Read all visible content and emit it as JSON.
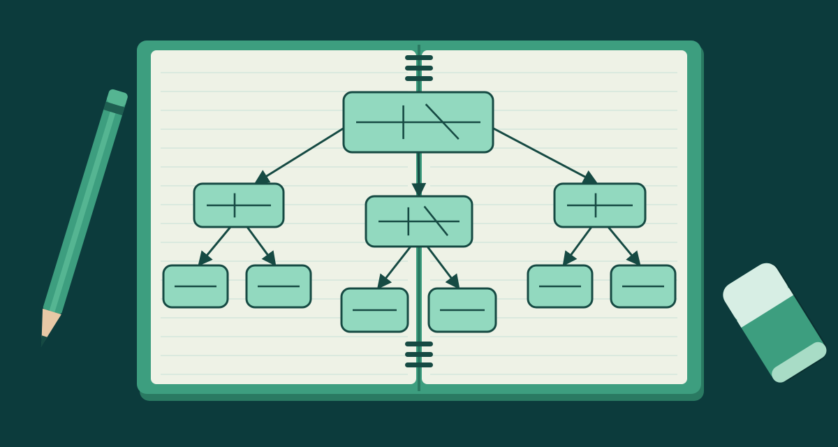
{
  "colors": {
    "background": "#0c3b3c",
    "notebook_cover": "#3d9e7f",
    "notebook_cover_shadow": "#2a7a62",
    "paper": "#eef2e6",
    "paper_rule": "#d3e6dc",
    "node_fill": "#92d9bf",
    "node_stroke": "#164a43",
    "binding_ring": "#164a43",
    "pencil_body": "#3d9e7f",
    "pencil_tip": "#e8c9a6",
    "eraser_body": "#3d9e7f",
    "eraser_cap": "#d7eee4"
  },
  "diagram": {
    "nodes": [
      {
        "id": "root",
        "glyph": "plus-slash"
      },
      {
        "id": "left-mid",
        "glyph": "plus"
      },
      {
        "id": "center-mid",
        "glyph": "plus-slash"
      },
      {
        "id": "right-mid",
        "glyph": "plus"
      },
      {
        "id": "left-leaf-1",
        "glyph": "dash"
      },
      {
        "id": "left-leaf-2",
        "glyph": "dash"
      },
      {
        "id": "center-leaf-1",
        "glyph": "dash"
      },
      {
        "id": "center-leaf-2",
        "glyph": "dash"
      },
      {
        "id": "right-leaf-1",
        "glyph": "dash"
      },
      {
        "id": "right-leaf-2",
        "glyph": "dash"
      }
    ],
    "edges": [
      {
        "from": "root",
        "to": "left-mid"
      },
      {
        "from": "root",
        "to": "center-mid"
      },
      {
        "from": "root",
        "to": "right-mid"
      },
      {
        "from": "left-mid",
        "to": "left-leaf-1"
      },
      {
        "from": "left-mid",
        "to": "left-leaf-2"
      },
      {
        "from": "center-mid",
        "to": "center-leaf-1"
      },
      {
        "from": "center-mid",
        "to": "center-leaf-2"
      },
      {
        "from": "right-mid",
        "to": "right-leaf-1"
      },
      {
        "from": "right-mid",
        "to": "right-leaf-2"
      }
    ]
  },
  "props": {
    "pencil_icon": "pencil-icon",
    "eraser_icon": "eraser-icon"
  }
}
